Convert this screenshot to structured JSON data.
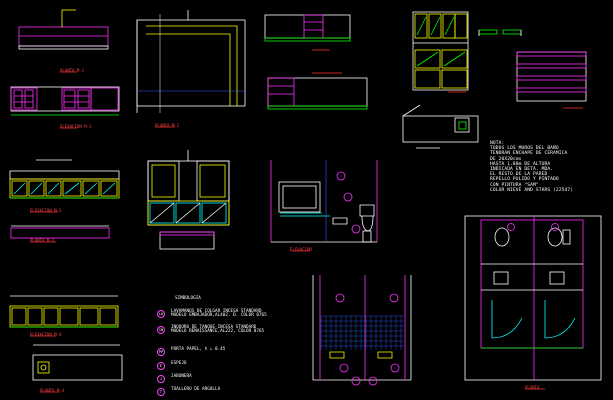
{
  "drawing": {
    "palette": {
      "background": "#000000",
      "green": "#00ff00",
      "yellow": "#ffff00",
      "magenta": "#ff00ff",
      "white": "#ffffff",
      "red": "#ff3030",
      "blue": "#3060ff",
      "cyan": "#00ffff"
    },
    "note": {
      "heading": "NOTA:",
      "lines": [
        "TODOS LOS MUROS DEL BAÑO",
        "TENDRAN ENCHAPE DE CERAMICA",
        "DE 20X20cms",
        "HASTA 1.80m DE ALTURA",
        "INDICADA EN DETA. MDA.",
        "EL RESTO DE LA PARED",
        "REPELLO PULIDO Y PINTADO",
        "CON PINTURA \"SAM\"",
        "COLOR NIEVE AND STARS (22547)"
      ]
    },
    "legend": {
      "title": "SIMBOLOGIA",
      "items": [
        {
          "symbol": "LO",
          "lines": [
            "LAVAMANOS DE COLGAR INCESA STANDARD",
            "MODELO EMBAJADOR,AL402, D. COLOR 0765"
          ]
        },
        {
          "symbol": "IN",
          "lines": [
            "INODORO DE TANQUE INCESA STANDARD",
            "MODELO RENAISSANCE,AL222, COLOR 0765"
          ]
        },
        {
          "symbol": "PP",
          "lines": [
            "PORTA PAPEL, h = 0.45"
          ]
        },
        {
          "symbol": "E",
          "lines": [
            "ESPEJO"
          ]
        },
        {
          "symbol": "J",
          "lines": [
            "JABONERA"
          ]
        },
        {
          "symbol": "T",
          "lines": [
            "TOALLERO DE ARGOLLA"
          ]
        }
      ]
    }
  }
}
